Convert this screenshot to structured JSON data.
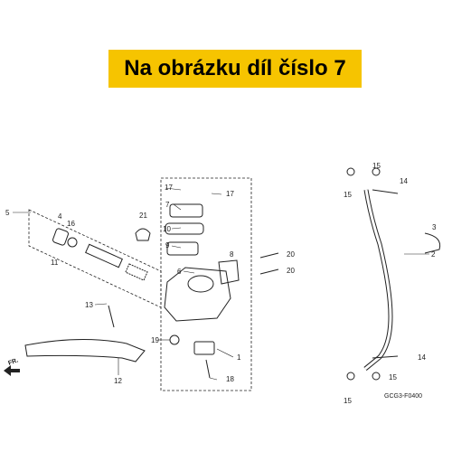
{
  "banner": {
    "text": "Na obrázku díl číslo 7",
    "color": "#f6c400"
  },
  "callouts": [
    "1",
    "2",
    "3",
    "4",
    "5",
    "6",
    "7",
    "8",
    "9",
    "10",
    "11",
    "12",
    "13",
    "14",
    "15",
    "16",
    "17",
    "18",
    "19",
    "20",
    "21"
  ],
  "diagram_code": "GCG3-F0400",
  "direction_label": "FR."
}
